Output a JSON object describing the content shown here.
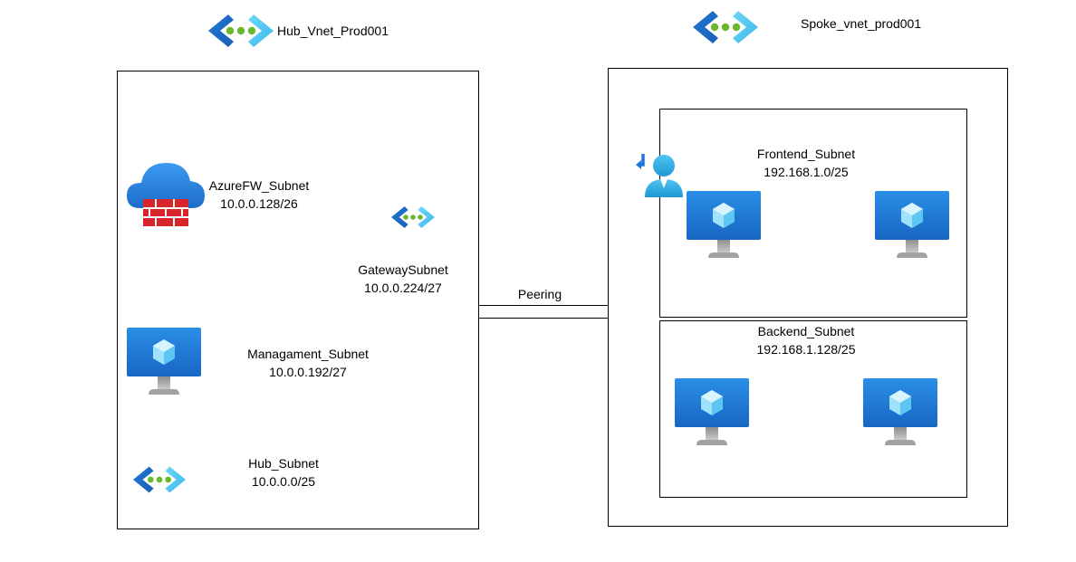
{
  "hub": {
    "name": "Hub_Vnet_Prod001",
    "subnets": {
      "firewall": {
        "name": "AzureFW_Subnet",
        "cidr": "10.0.0.128/26"
      },
      "gateway": {
        "name": "GatewaySubnet",
        "cidr": "10.0.0.224/27"
      },
      "management": {
        "name": "Managament_Subnet",
        "cidr": "10.0.0.192/27"
      },
      "hub": {
        "name": "Hub_Subnet",
        "cidr": "10.0.0.0/25"
      }
    }
  },
  "spoke": {
    "name": "Spoke_vnet_prod001",
    "subnets": {
      "frontend": {
        "name": "Frontend_Subnet",
        "cidr": "192.168.1.0/25"
      },
      "backend": {
        "name": "Backend_Subnet",
        "cidr": "192.168.1.128/25"
      }
    }
  },
  "connection": {
    "label": "Peering"
  },
  "icons": {
    "vnet": "virtual-network-icon",
    "firewall": "azure-firewall-icon",
    "vm": "virtual-machine-icon",
    "user": "user-icon"
  },
  "colors": {
    "vnet_left": "#1e78d6",
    "vnet_right": "#5fd0f3",
    "vnet_dots": "#6ab82e",
    "vm_screen": "#1f84e0",
    "vm_stand": "#a3a3a3",
    "firewall_cloud": "#2d86e0",
    "firewall_brick": "#d8252c",
    "user": "#32aee6"
  }
}
